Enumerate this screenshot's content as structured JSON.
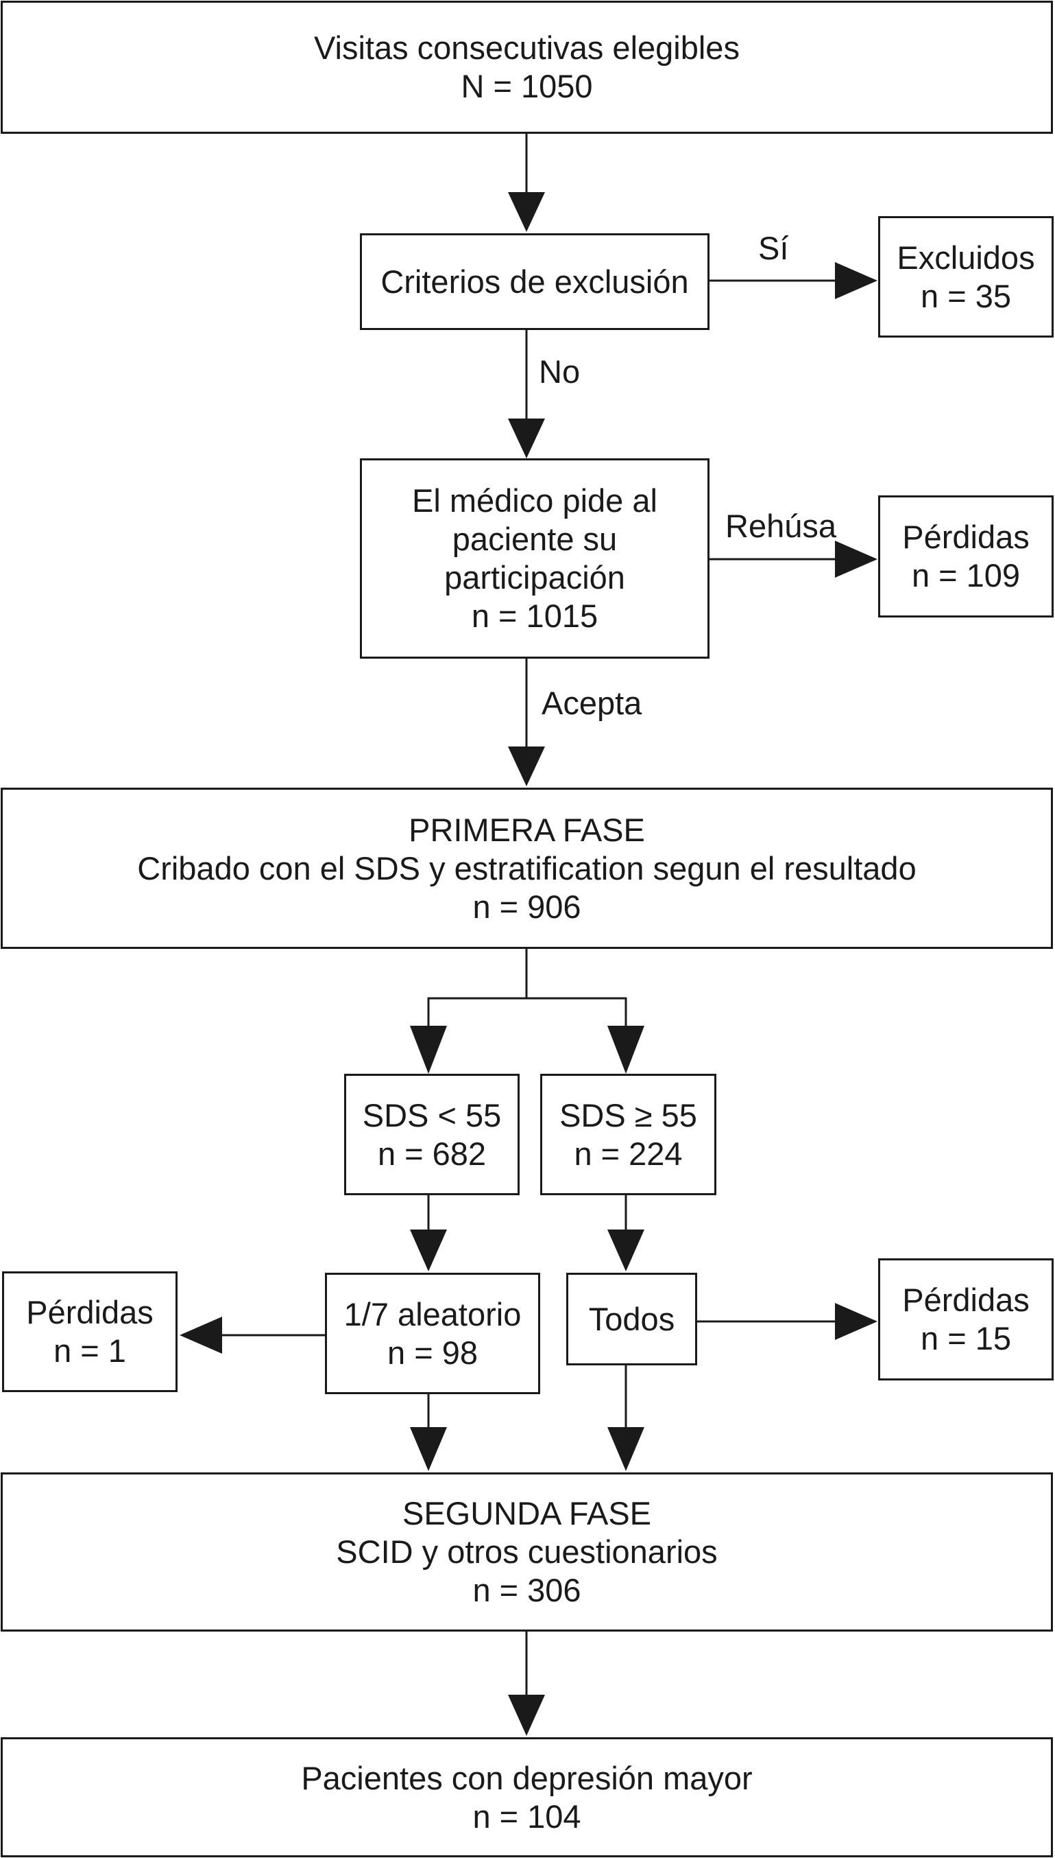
{
  "nodes": {
    "eligible": {
      "line1": "Visitas consecutivas elegibles",
      "line2": "N = 1050"
    },
    "exclusion": {
      "line1": "Criterios de exclusión"
    },
    "excluded": {
      "line1": "Excluidos",
      "line2": "n = 35"
    },
    "asks": {
      "line1": "El médico pide al",
      "line2": "paciente su",
      "line3": "participación",
      "line4": "n = 1015"
    },
    "lost_refuse": {
      "line1": "Pérdidas",
      "line2": "n = 109"
    },
    "phase1": {
      "line1": "PRIMERA FASE",
      "line2": "Cribado con el SDS y estratification segun el resultado",
      "line3": "n = 906"
    },
    "sds_low": {
      "line1": "SDS < 55",
      "line2": "n = 682"
    },
    "sds_high": {
      "line1": "SDS ≥ 55",
      "line2": "n = 224"
    },
    "random": {
      "line1": "1/7 aleatorio",
      "line2": "n = 98"
    },
    "all": {
      "line1": "Todos"
    },
    "lost_left": {
      "line1": "Pérdidas",
      "line2": "n = 1"
    },
    "lost_right": {
      "line1": "Pérdidas",
      "line2": "n = 15"
    },
    "phase2": {
      "line1": "SEGUNDA FASE",
      "line2": "SCID y otros cuestionarios",
      "line3": "n = 306"
    },
    "final": {
      "line1": "Pacientes con depresión mayor",
      "line2": "n = 104"
    }
  },
  "edge_labels": {
    "yes": "Sí",
    "no": "No",
    "refuses": "Rehúsa",
    "accepts": "Acepta"
  }
}
